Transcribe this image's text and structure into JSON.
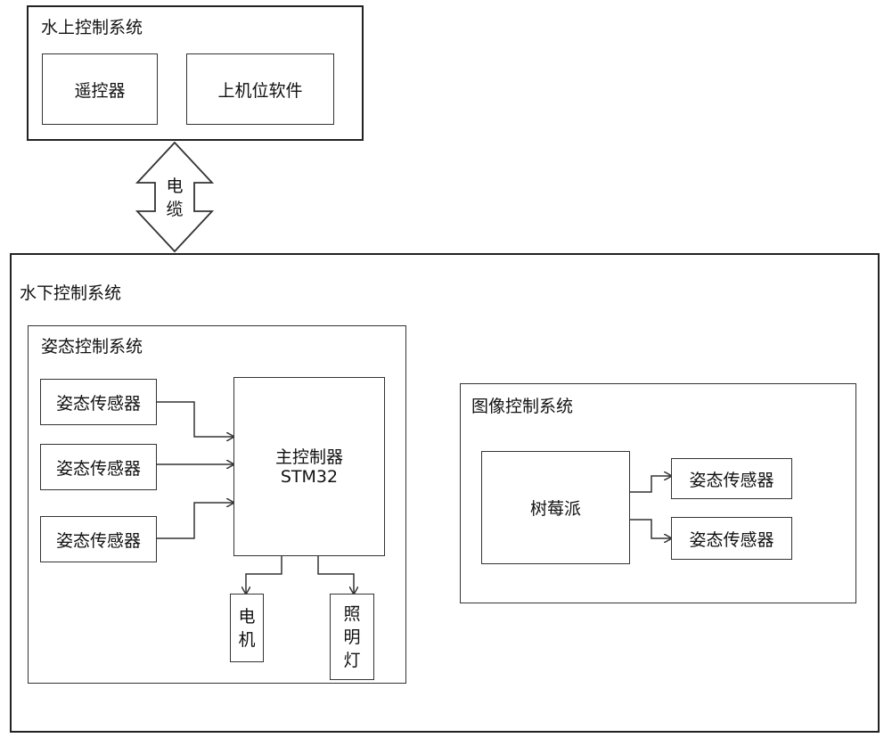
{
  "surface": {
    "title": "水上控制系统",
    "remote": "遥控器",
    "host_software": "上机位软件"
  },
  "cable": {
    "label": [
      "电",
      "缆"
    ]
  },
  "underwater": {
    "title": "水下控制系统",
    "attitude": {
      "title": "姿态控制系统",
      "sensors": [
        "姿态传感器",
        "姿态传感器",
        "姿态传感器"
      ],
      "controller_line1": "主控制器",
      "controller_line2": "STM32",
      "motor": [
        "电",
        "机"
      ],
      "light": [
        "照",
        "明",
        "灯"
      ]
    },
    "image": {
      "title": "图像控制系统",
      "raspberry_pi": "树莓派",
      "sensors": [
        "姿态传感器",
        "姿态传感器"
      ]
    }
  },
  "colors": {
    "line": "#333333",
    "border": "#222222"
  }
}
